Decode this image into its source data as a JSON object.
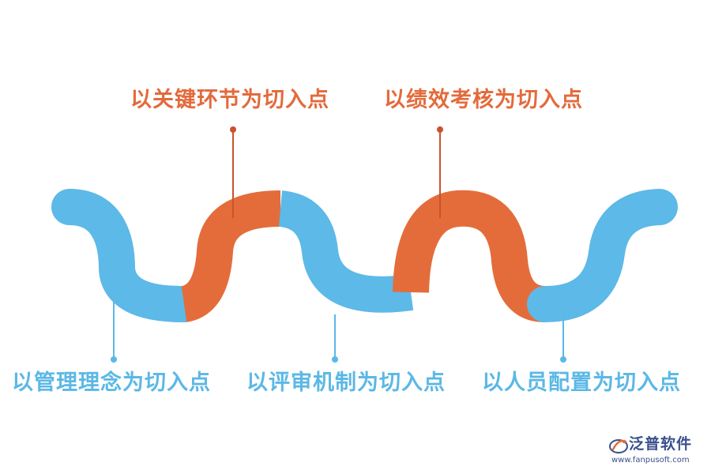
{
  "diagram": {
    "top_labels": [
      "以关键环节为切入点",
      "以绩效考核为切入点"
    ],
    "bottom_labels": [
      "以管理理念为切入点",
      "以评审机制为切入点",
      "以人员配置为切入点"
    ]
  },
  "colors": {
    "blue": "#5db9e7",
    "orange": "#e46c3b",
    "connector_orange": "#c9532c",
    "connector_blue": "#5bb8e6"
  },
  "logo": {
    "brand": "泛普软件",
    "url": "www.fanpusoft.com"
  }
}
